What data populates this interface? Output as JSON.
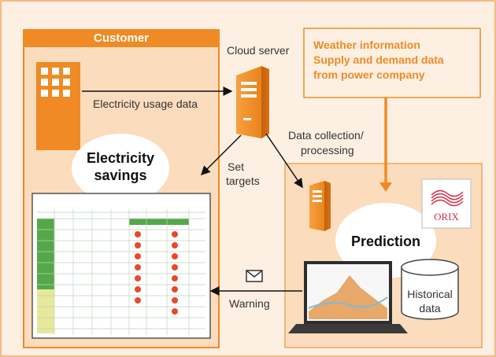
{
  "customer": {
    "title": "Customer"
  },
  "cloud_server": {
    "label": "Cloud server"
  },
  "weather_box": {
    "lines": [
      "Weather information",
      "Supply and demand data",
      "from power company"
    ]
  },
  "labels": {
    "electricity_usage": "Electricity usage data",
    "data_collection_1": "Data collection/",
    "data_collection_2": "processing",
    "set_targets_1": "Set",
    "set_targets_2": "targets",
    "warning": "Warning",
    "historical_1": "Historical",
    "historical_2": "data"
  },
  "bubbles": {
    "savings_1": "Electricity",
    "savings_2": "savings",
    "prediction": "Prediction"
  },
  "logo": {
    "text": "ORIX"
  },
  "colors": {
    "page_bg": "#fdf0e2",
    "panel_bg": "#fbdcbd",
    "orange": "#f08a24",
    "border": "#f2a55f"
  },
  "icons": [
    "building-icon",
    "server-icon",
    "envelope-icon",
    "laptop-icon",
    "database-icon",
    "orix-logo-icon"
  ]
}
